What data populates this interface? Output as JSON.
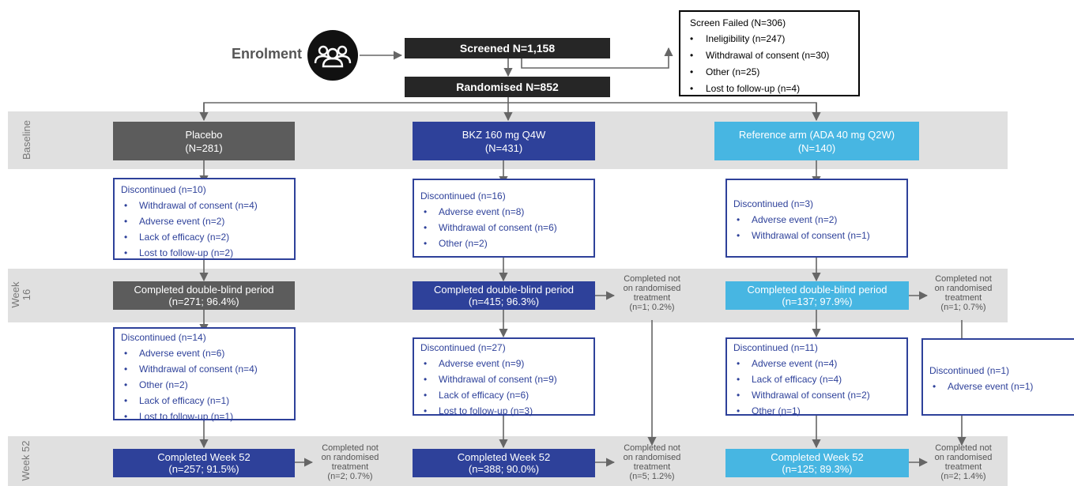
{
  "enrolment": {
    "label": "Enrolment",
    "icon": "people-group-icon"
  },
  "screened": "Screened N=1,158",
  "randomised": "Randomised N=852",
  "screen_failed": {
    "title": "Screen Failed (N=306)",
    "items": [
      "Ineligibility (n=247)",
      "Withdrawal of consent (n=30)",
      "Other (n=25)",
      "Lost to follow-up (n=4)"
    ]
  },
  "bands": {
    "baseline": "Baseline",
    "week16": "Week\n16",
    "week52": "Week 52"
  },
  "arms": {
    "placebo": {
      "name": "Placebo",
      "n": "(N=281)"
    },
    "bkz": {
      "name": "BKZ 160 mg Q4W",
      "n": "(N=431)"
    },
    "ref": {
      "name": "Reference arm (ADA 40 mg Q2W)",
      "n": "(N=140)"
    }
  },
  "disc_baseline": {
    "placebo": {
      "title": "Discontinued (n=10)",
      "items": [
        "Withdrawal of consent (n=4)",
        "Adverse event (n=2)",
        "Lack of efficacy (n=2)",
        "Lost to follow-up (n=2)"
      ]
    },
    "bkz": {
      "title": "Discontinued (n=16)",
      "items": [
        "Adverse event (n=8)",
        "Withdrawal of consent (n=6)",
        "Other (n=2)"
      ]
    },
    "ref": {
      "title": "Discontinued (n=3)",
      "items": [
        "Adverse event (n=2)",
        "Withdrawal of consent (n=1)"
      ]
    }
  },
  "week16": {
    "placebo": {
      "line1": "Completed double-blind period",
      "line2": "(n=271; 96.4%)"
    },
    "bkz": {
      "line1": "Completed double-blind period",
      "line2": "(n=415; 96.3%)"
    },
    "ref": {
      "line1": "Completed double-blind period",
      "line2": "(n=137; 97.9%)"
    },
    "bkz_side": "Completed not\non randomised\ntreatment\n(n=1; 0.2%)",
    "ref_side": "Completed not\non randomised\ntreatment\n(n=1; 0.7%)"
  },
  "disc_week16": {
    "placebo": {
      "title": "Discontinued (n=14)",
      "items": [
        "Adverse event (n=6)",
        "Withdrawal of consent (n=4)",
        "Other (n=2)",
        "Lack of efficacy (n=1)",
        "Lost to follow-up (n=1)"
      ]
    },
    "bkz": {
      "title": "Discontinued (n=27)",
      "items": [
        "Adverse event (n=9)",
        "Withdrawal of consent (n=9)",
        "Lack of efficacy (n=6)",
        "Lost to follow-up (n=3)"
      ]
    },
    "ref": {
      "title": "Discontinued (n=11)",
      "items": [
        "Adverse event (n=4)",
        "Lack of efficacy (n=4)",
        "Withdrawal of consent (n=2)",
        "Other (n=1)"
      ]
    },
    "ref_side": {
      "title": "Discontinued (n=1)",
      "items": [
        "Adverse event (n=1)"
      ]
    }
  },
  "week52": {
    "placebo": {
      "line1": "Completed Week 52",
      "line2": "(n=257; 91.5%)"
    },
    "bkz": {
      "line1": "Completed Week 52",
      "line2": "(n=388; 90.0%)"
    },
    "ref": {
      "line1": "Completed Week 52",
      "line2": "(n=125; 89.3%)"
    },
    "placebo_side": "Completed not\non randomised\ntreatment\n(n=2; 0.7%)",
    "bkz_side": "Completed not\non randomised\ntreatment\n(n=5; 1.2%)",
    "ref_side": "Completed not\non randomised\ntreatment\n(n=2; 1.4%)"
  },
  "colors": {
    "placebo": "#5c5c5c",
    "bkz": "#2e419a",
    "ref": "#47b6e2",
    "band": "#e0e0e0",
    "disc_text": "#2e419a"
  }
}
